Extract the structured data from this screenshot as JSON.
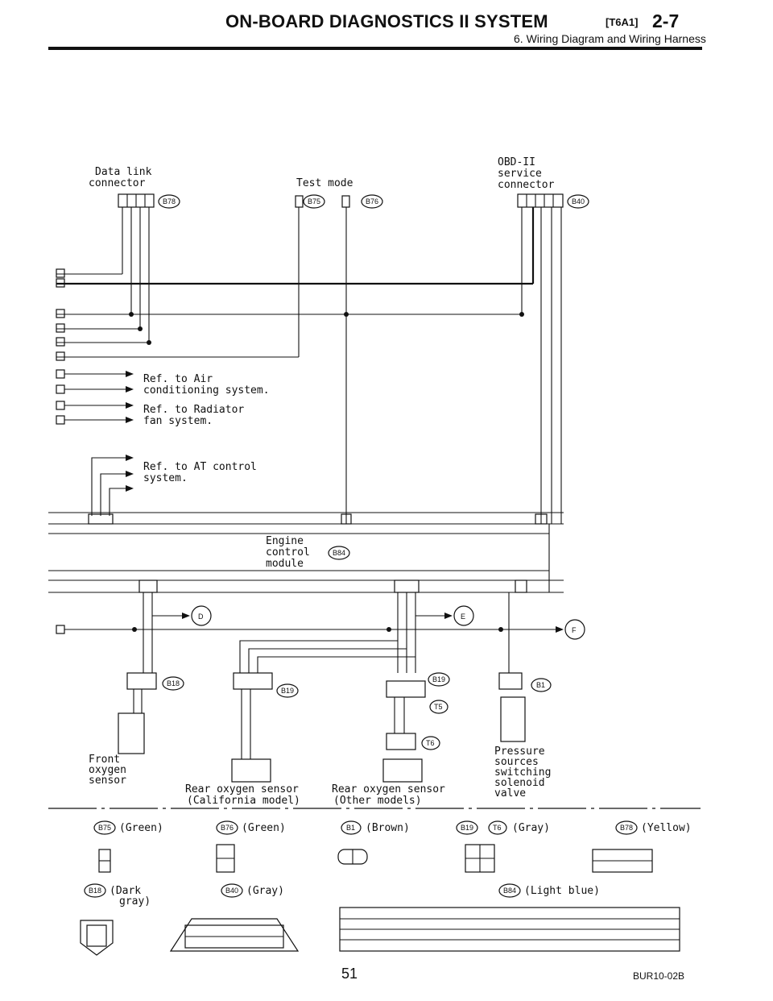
{
  "header": {
    "title": "ON-BOARD DIAGNOSTICS II SYSTEM",
    "code": "[T6A1]",
    "page_ref": "2-7",
    "subtitle": "6. Wiring Diagram and Wiring Harness"
  },
  "components": {
    "data_link": "Data link",
    "data_link2": "connector",
    "test_mode": "Test mode",
    "obd1": "OBD-II",
    "obd2": "service",
    "obd3": "connector",
    "ref_air1": "Ref. to Air",
    "ref_air2": "conditioning system.",
    "ref_rad1": "Ref. to Radiator",
    "ref_rad2": "fan system.",
    "ref_at1": "Ref. to AT control",
    "ref_at2": "system.",
    "ecm1": "Engine",
    "ecm2": "control",
    "ecm3": "module",
    "front1": "Front",
    "front2": "oxygen",
    "front3": "sensor",
    "rear_cal1": "Rear oxygen sensor",
    "rear_cal2": "(California model)",
    "rear_oth1": "Rear oxygen sensor",
    "rear_oth2": "(Other models)",
    "press1": "Pressure",
    "press2": "sources",
    "press3": "switching",
    "press4": "solenoid",
    "press5": "valve"
  },
  "connectors": {
    "b78": "B78",
    "b75": "B75",
    "b76": "B76",
    "b40": "B40",
    "b84": "B84",
    "b18": "B18",
    "b19": "B19",
    "b1": "B1",
    "t5": "T5",
    "t6": "T6",
    "jD": "D",
    "jE": "E",
    "jF": "F"
  },
  "legend": {
    "b75": "(Green)",
    "b76": "(Green)",
    "b1": "(Brown)",
    "b19t6": "(Gray)",
    "b78": "(Yellow)",
    "b18a": "(Dark",
    "b18b": "gray)",
    "b40": "(Gray)",
    "b84": "(Light blue)"
  },
  "footer": {
    "page_number": "51",
    "doc_ref": "BUR10-02B"
  }
}
